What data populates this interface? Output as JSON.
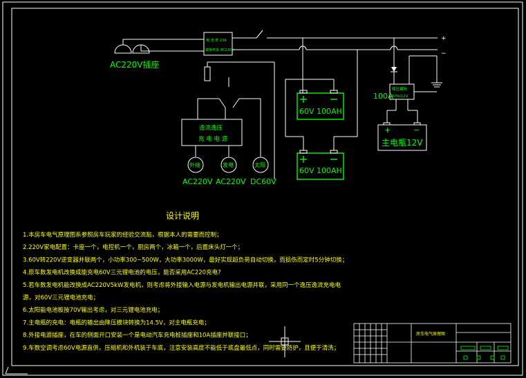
{
  "labels": {
    "socket": "AC220V插座",
    "breaker_top": "电 流 表 20A",
    "breaker_bottom": "转换开关 AC220V",
    "plus": "+",
    "minus": "−",
    "charger_line1": "逸流逸压",
    "charger_line2": "充 电 电 源",
    "ext": "外接",
    "gen": "发电",
    "solar": "太阳",
    "ext_volt": "AC220V",
    "gen_volt": "AC220V",
    "solar_volt": "DC60V",
    "battery1": "60V 100AH",
    "battery2": "60V 100AH",
    "current_100a": "100A",
    "dcdc_top": "降压模块",
    "dcdc_bottom": "60V/12V",
    "main_battery": "主电瓶12V",
    "bat_plus": "+",
    "bat_minus": "−"
  },
  "notes": {
    "title": "设计说明",
    "lines": [
      "1.本房车电气原理图系参照房车玩家的经验交流贴，根据本人的需要而控制；",
      "2.220V家电配置：卡座一个，电控机一个，厨房两个，冰箱一个，后置床头灯一个；",
      "3.60V转220V逆变器并联两个，小功率300~500W，大功率3000W，最好实现超负荷自动切换，而损伤而定时5分钟切换；",
      "4.原车数发电机改换成能充电60V三元锂电池的电压，能否采用AC220充电?",
      "5.若车数发电机能改换成AC220V5kW发电机，则考虑将外接输入电源与发电机输出电源并联，采用同一个逸压逸流充电电",
      "   源，对60V三元锂电池充电；",
      "6.太阳能电池板按70V输出考虑，对三元锂电池充电；",
      "7.主电瓶的充电：电瓶的输出由降压模块转换为14.5V，对主电瓶充电；",
      "8.外接电源插座，在车的侧面开口安装一个是电动汽车充电桩插座和10A插座并联接口；",
      "9.车数空调考虑60V电源直供，压缩机和外机装于车底，注意安装高度不能低于底盘最低点，同时需要防护，且便于清洗；"
    ]
  },
  "title_block": {
    "drawing_name": "房车电气原理图"
  }
}
